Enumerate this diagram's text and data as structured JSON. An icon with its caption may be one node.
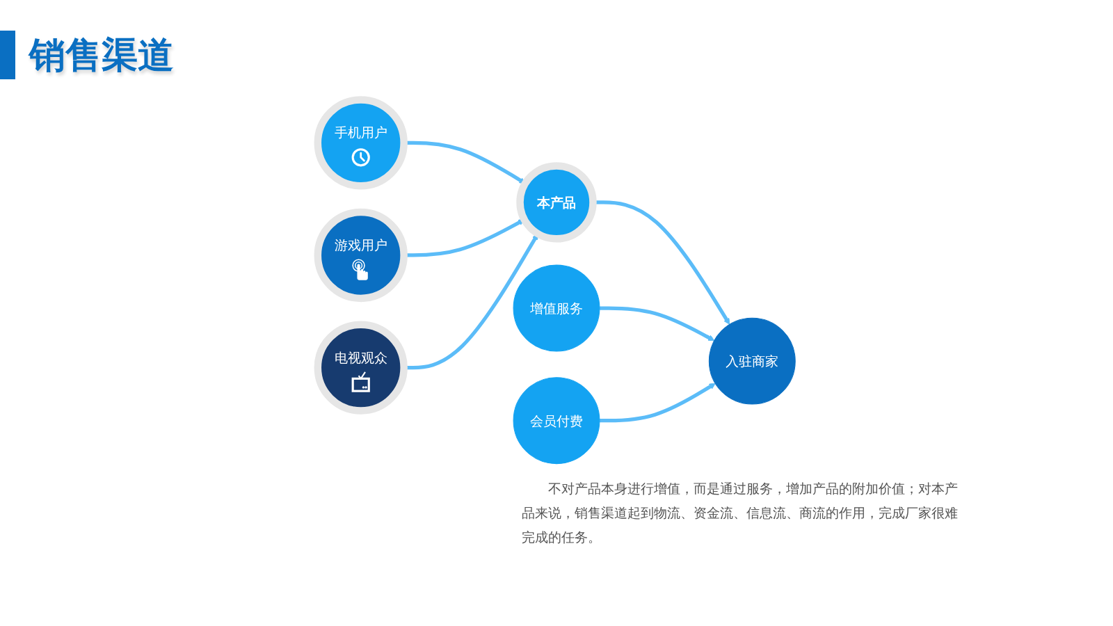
{
  "diagram": {
    "title": "销售渠道",
    "nodes": [
      {
        "text": [
          "手机用户"
        ]
      },
      {
        "text": [
          "游戏用户"
        ]
      },
      {
        "text": [
          "电视观众"
        ]
      },
      {
        "text": [
          "本产品"
        ]
      },
      {
        "text": [
          "增值服务"
        ]
      },
      {
        "text": [
          "会员付费"
        ]
      },
      {
        "text": [
          "入驻商家"
        ]
      }
    ],
    "edges": [
      {
        "from": 0,
        "to": 3,
        "arrow": "to"
      },
      {
        "from": 1,
        "to": 3,
        "arrow": "to"
      },
      {
        "from": 2,
        "to": 3,
        "arrow": "to"
      },
      {
        "from": 3,
        "to": 6,
        "arrow": "to"
      },
      {
        "from": 4,
        "to": 6,
        "arrow": "to"
      },
      {
        "from": 5,
        "to": 6,
        "arrow": "to"
      }
    ],
    "labels": [
      "不对产品本身进行增值，而是通过服务，增加产品的附加价值；对本产品来说，销售渠道起到物流、资金流、信息流、商流的作用，完成厂家很难完成的任务。"
    ]
  }
}
